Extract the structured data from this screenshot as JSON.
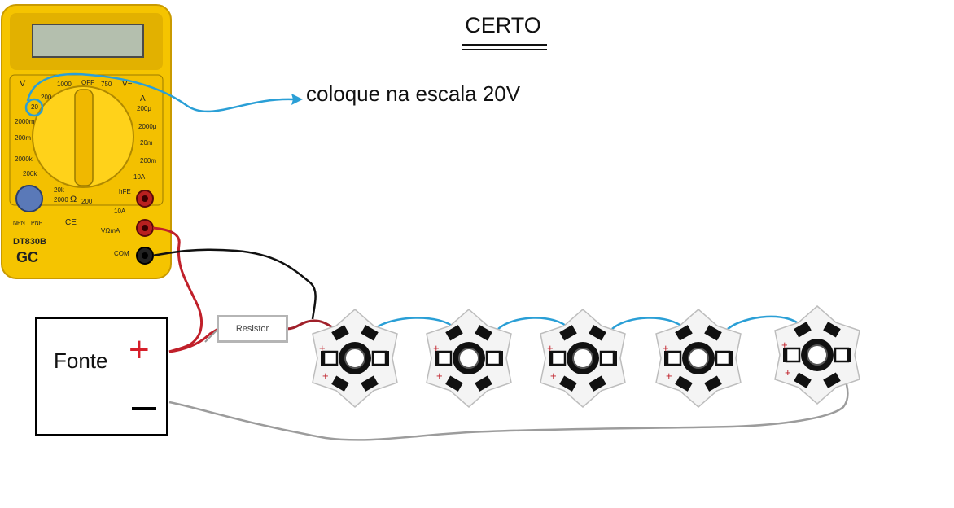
{
  "diagram": {
    "title": "CERTO",
    "scale_note": "coloque na escala 20V",
    "power_supply": {
      "label": "Fonte",
      "positive_symbol": "+"
    },
    "resistor": {
      "label": "Resistor"
    },
    "multimeter": {
      "model": "DT830B",
      "brand": "GC",
      "body_color": "#f5c400",
      "dial_labels": [
        "V",
        "1000",
        "OFF",
        "750",
        "V~",
        "200",
        "20",
        "2000m",
        "200m",
        "2000k",
        "200k",
        "20k",
        "2000",
        "Ω",
        "200",
        "hFE",
        "10A",
        "200μ",
        "2000μ",
        "20m",
        "200m",
        "A"
      ],
      "terminal_labels": [
        "10A",
        "VΩmA",
        "COM"
      ],
      "side_labels": [
        "NPN",
        "PNP",
        "CE"
      ]
    },
    "led_count": 5,
    "led_pad_symbols": [
      "+",
      "+"
    ],
    "wire_colors": {
      "positive": "#c0202a",
      "negative_meter": "#111111",
      "return": "#999999",
      "annotation": "#2a9fd6"
    }
  }
}
